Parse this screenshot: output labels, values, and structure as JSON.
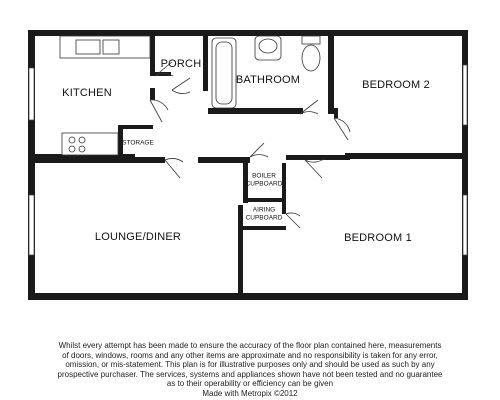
{
  "rooms": {
    "kitchen": "KITCHEN",
    "porch": "PORCH",
    "bathroom": "BATHROOM",
    "bedroom2": "BEDROOM 2",
    "storage": "STORAGE",
    "boiler_cupboard": [
      "BOILER",
      "CUPBOARD"
    ],
    "airing_cupboard": [
      "AIRING",
      "CUPBOARD"
    ],
    "lounge_diner": "LOUNGE/DINER",
    "bedroom1": "BEDROOM 1"
  },
  "disclaimer": {
    "lines": [
      "Whilst every attempt has been made to ensure the accuracy of the floor plan contained here, measurements",
      "of doors, windows, rooms and any other items are approximate and no responsibility is taken for any error,",
      "omission, or mis-statement. This plan is for illustrative purposes only and should be used as such by any",
      "prospective purchaser. The services, systems and appliances shown have not been tested and no guarantee",
      "as to their operability or efficiency can be given"
    ],
    "credit": "Made with Metropix ©2012"
  },
  "colors": {
    "wall": "#1a1a1a",
    "background": "#ffffff"
  }
}
